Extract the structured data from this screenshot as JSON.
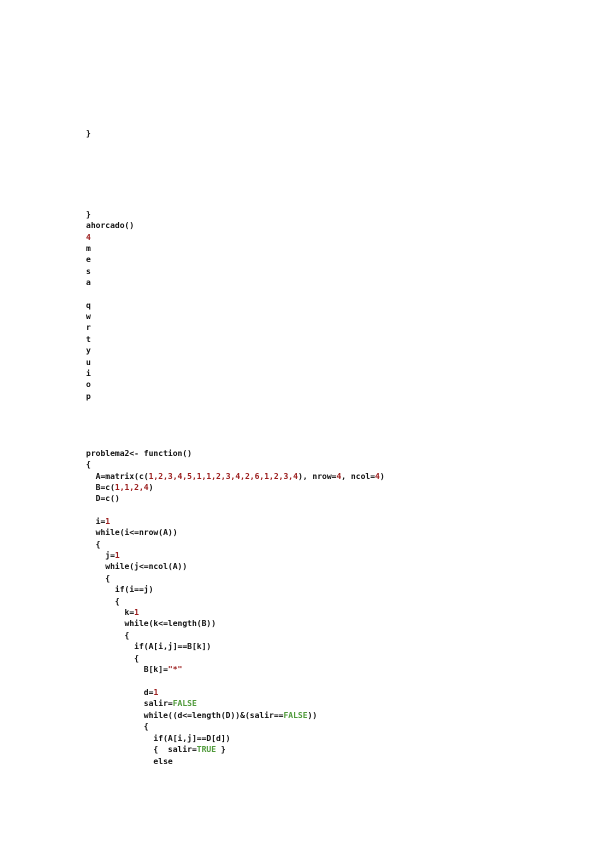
{
  "colors": {
    "text": "#111111",
    "number": "#9b1b1b",
    "string": "#9b1b1b",
    "logical": "#4f9a3a"
  },
  "block1": {
    "close_brace": "}"
  },
  "block2": {
    "close_brace": "}",
    "call": "ahorcado()",
    "output_count": "4",
    "output_word": [
      "m",
      "e",
      "s",
      "a"
    ],
    "output_letters": [
      "q",
      "w",
      "r",
      "t",
      "y",
      "u",
      "i",
      "o",
      "p"
    ]
  },
  "code": {
    "def": "problema2<- function()",
    "open": "{",
    "a_pre": "  A=matrix(c(",
    "a_nums": "1,2,3,4,5,1,1,2,3,4,2,6,1,2,3,4",
    "a_mid": "), nrow=",
    "a_nrow": "4",
    "a_mid2": ", ncol=",
    "a_ncol": "4",
    "a_end": ")",
    "b_pre": "  B=c(",
    "b_nums": "1,1,2,4",
    "b_end": ")",
    "d_line": "  D=c()",
    "i_pre": "  i=",
    "i_val": "1",
    "while_i": "  while(i<=nrow(A))",
    "brace_1": "  {",
    "j_pre": "    j=",
    "j_val": "1",
    "while_j": "    while(j<=ncol(A))",
    "brace_2": "    {",
    "if_ij": "      if(i==j)",
    "brace_3": "      {",
    "k_pre": "        k=",
    "k_val": "1",
    "while_k": "        while(k<=length(B))",
    "brace_4": "        {",
    "if_ab": "          if(A[i,j]==B[k])",
    "brace_5": "          {",
    "bk_pre": "            B[k]=",
    "bk_str": "\"*\"",
    "d_pre": "            d=",
    "d_val": "1",
    "salir_pre": "            salir=",
    "salir_val": "FALSE",
    "while_d_pre": "            while((d<=length(D))&(salir==",
    "while_d_val": "FALSE",
    "while_d_end": "))",
    "brace_6": "            {",
    "if_ad": "              if(A[i,j]==D[d])",
    "true_pre": "              {  salir=",
    "true_val": "TRUE",
    "true_end": " }",
    "else_line": "              else"
  }
}
